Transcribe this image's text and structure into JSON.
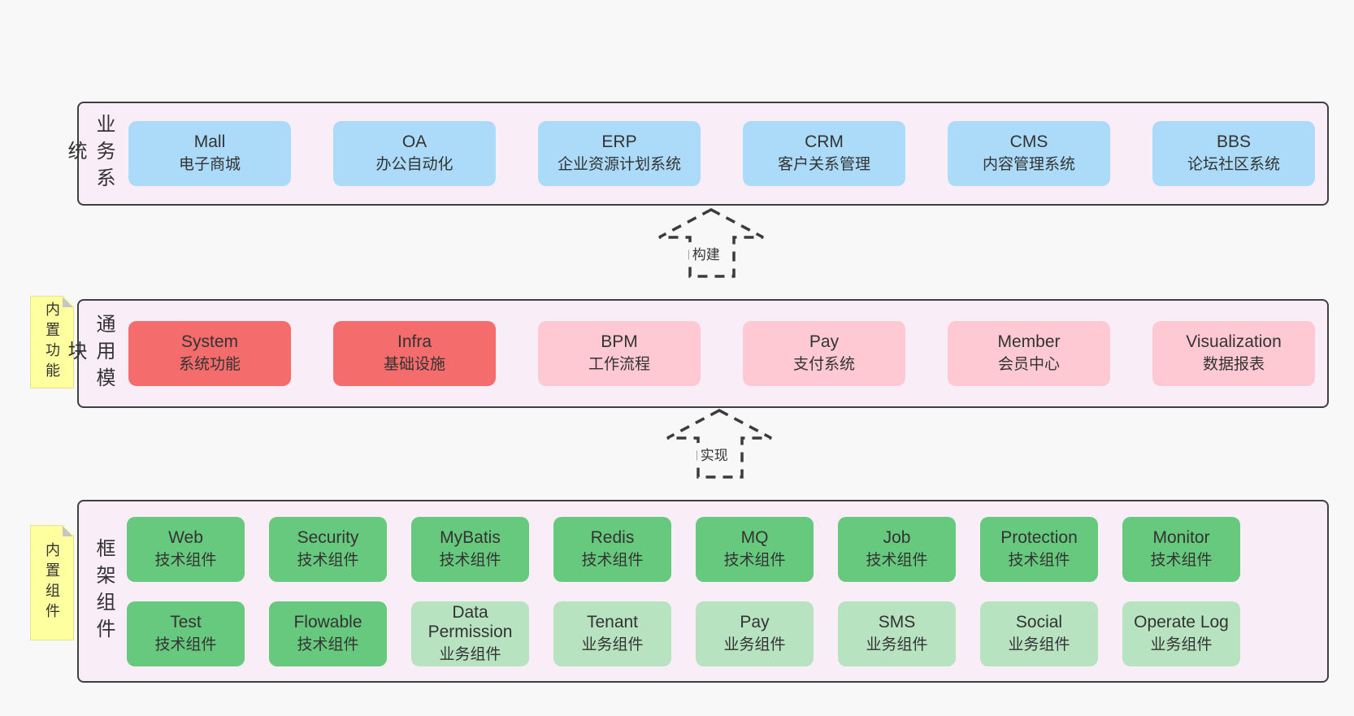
{
  "colors": {
    "page-bg": "#f8f8f8",
    "panel-bg": "#f9eef8",
    "panel-border": "#3f3f3f",
    "box-blue": "#abdbf8",
    "box-red": "#f56c6c",
    "box-pink": "#fec9d2",
    "box-green": "#67c97d",
    "box-green-light": "#b7e3c1",
    "sticky-yellow": "#feff9e",
    "sticky-fold": "#c6c6c6",
    "text": "#333333"
  },
  "arrows": [
    {
      "label": "构建"
    },
    {
      "label": "实现"
    }
  ],
  "layers": [
    {
      "side_label": "业务系统",
      "boxes": [
        {
          "title": "Mall",
          "subtitle": "电子商城"
        },
        {
          "title": "OA",
          "subtitle": "办公自动化"
        },
        {
          "title": "ERP",
          "subtitle": "企业资源计划系统"
        },
        {
          "title": "CRM",
          "subtitle": "客户关系管理"
        },
        {
          "title": "CMS",
          "subtitle": "内容管理系统"
        },
        {
          "title": "BBS",
          "subtitle": "论坛社区系统"
        }
      ]
    },
    {
      "side_label": "通用模块",
      "sticky": "内置功能",
      "boxes": [
        {
          "title": "System",
          "subtitle": "系统功能"
        },
        {
          "title": "Infra",
          "subtitle": "基础设施"
        },
        {
          "title": "BPM",
          "subtitle": "工作流程"
        },
        {
          "title": "Pay",
          "subtitle": "支付系统"
        },
        {
          "title": "Member",
          "subtitle": "会员中心"
        },
        {
          "title": "Visualization",
          "subtitle": "数据报表"
        }
      ]
    },
    {
      "side_label": "框架组件",
      "sticky": "内置组件",
      "rows": [
        [
          {
            "title": "Web",
            "subtitle": "技术组件"
          },
          {
            "title": "Security",
            "subtitle": "技术组件"
          },
          {
            "title": "MyBatis",
            "subtitle": "技术组件"
          },
          {
            "title": "Redis",
            "subtitle": "技术组件"
          },
          {
            "title": "MQ",
            "subtitle": "技术组件"
          },
          {
            "title": "Job",
            "subtitle": "技术组件"
          },
          {
            "title": "Protection",
            "subtitle": "技术组件"
          },
          {
            "title": "Monitor",
            "subtitle": "技术组件"
          }
        ],
        [
          {
            "title": "Test",
            "subtitle": "技术组件"
          },
          {
            "title": "Flowable",
            "subtitle": "技术组件"
          },
          {
            "title": "Data Permission",
            "subtitle": "业务组件"
          },
          {
            "title": "Tenant",
            "subtitle": "业务组件"
          },
          {
            "title": "Pay",
            "subtitle": "业务组件"
          },
          {
            "title": "SMS",
            "subtitle": "业务组件"
          },
          {
            "title": "Social",
            "subtitle": "业务组件"
          },
          {
            "title": "Operate Log",
            "subtitle": "业务组件"
          }
        ]
      ]
    }
  ]
}
